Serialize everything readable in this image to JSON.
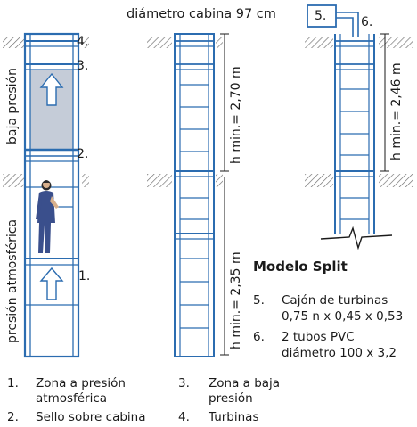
{
  "top_label": "diámetro cabina 97 cm",
  "left_labels": {
    "low_pressure": "baja presión",
    "atmospheric": "presión atmosférica"
  },
  "callouts": [
    "4.",
    "3.",
    "2.",
    "1.",
    "5.",
    "6."
  ],
  "heights": {
    "upper": "h min.= 2,70 m",
    "lower": "h min.= 2,35 m",
    "split": "h min.= 2,46 m"
  },
  "split_title": "Modelo Split",
  "split_notes": [
    {
      "num": "5.",
      "lines": [
        "Cajón de turbinas",
        "0,75 n x 0,45 x 0,53"
      ]
    },
    {
      "num": "6.",
      "lines": [
        "2 tubos PVC",
        "diámetro 100 x 3,2"
      ]
    }
  ],
  "legend": [
    {
      "num": "1.",
      "lines": [
        "Zona a presión",
        "atmosférica"
      ]
    },
    {
      "num": "2.",
      "lines": [
        "Sello sobre cabina"
      ]
    },
    {
      "num": "3.",
      "lines": [
        "Zona a baja",
        "presión"
      ]
    },
    {
      "num": "4.",
      "lines": [
        "Turbinas"
      ]
    }
  ],
  "colors": {
    "structure": "#2b6cb0",
    "hatch": "#6b6b6b",
    "chamber": "#c5ccd8",
    "text": "#1a1a1a"
  }
}
